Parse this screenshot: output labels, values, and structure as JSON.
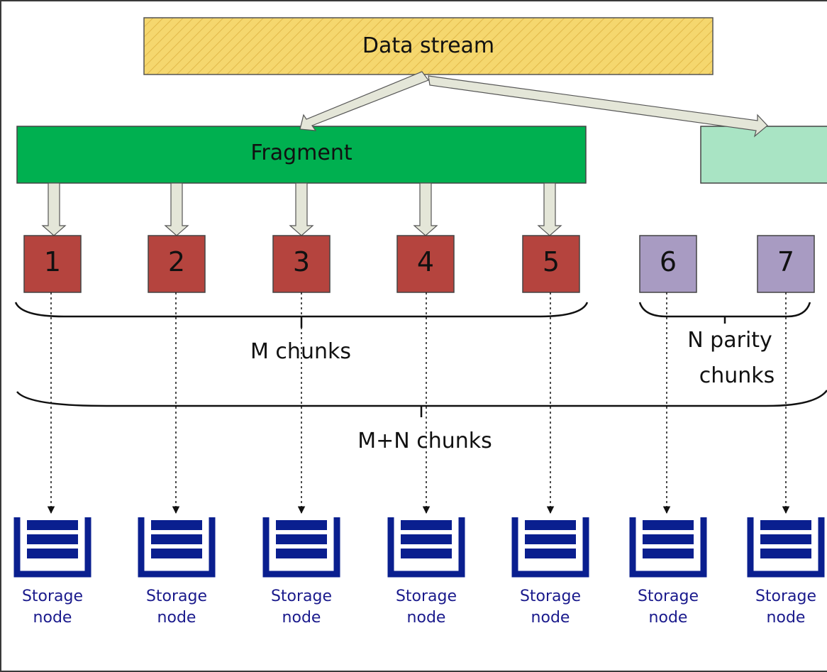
{
  "diagram": {
    "data_stream_label": "Data stream",
    "fragment_label": "Fragment",
    "data_chunks": [
      "1",
      "2",
      "3",
      "4",
      "5"
    ],
    "parity_chunks": [
      "6",
      "7"
    ],
    "m_chunks_label": "M chunks",
    "n_parity_label_line1": "N parity",
    "n_parity_label_line2": "chunks",
    "mn_chunks_label": "M+N chunks",
    "storage_nodes": [
      {
        "line1": "Storage",
        "line2": "node"
      },
      {
        "line1": "Storage",
        "line2": "node"
      },
      {
        "line1": "Storage",
        "line2": "node"
      },
      {
        "line1": "Storage",
        "line2": "node"
      },
      {
        "line1": "Storage",
        "line2": "node"
      },
      {
        "line1": "Storage",
        "line2": "node"
      },
      {
        "line1": "Storage",
        "line2": "node"
      }
    ]
  },
  "colors": {
    "data_stream_fill": "#f5d76e",
    "fragment_fill": "#00b050",
    "parity_fragment_fill": "#a9e4c4",
    "data_chunk_fill": "#b5443e",
    "parity_chunk_fill": "#a89bc2",
    "storage_icon": "#0a1f8f",
    "arrow_fill": "#e4e6d8"
  }
}
